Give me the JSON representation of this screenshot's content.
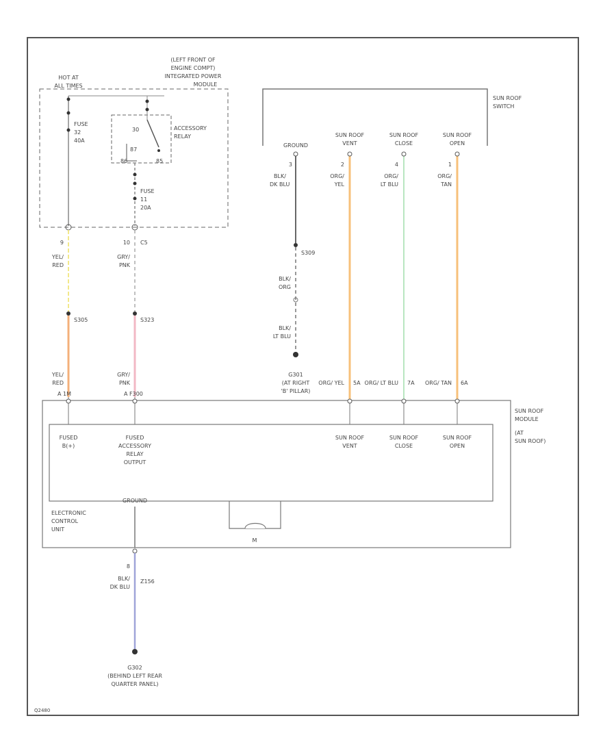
{
  "title_block": {
    "location": [
      "(LEFT FRONT OF",
      "ENGINE COMPT)",
      "INTEGRATED POWER",
      "MODULE"
    ],
    "hot_at": [
      "HOT AT",
      "ALL TIMES"
    ]
  },
  "fuses": {
    "fuse32": [
      "FUSE",
      "32",
      "40A"
    ],
    "fuse11": [
      "FUSE",
      "11",
      "20A"
    ]
  },
  "relay": {
    "label": [
      "ACCESSORY",
      "RELAY"
    ],
    "pins": {
      "p30": "30",
      "p87": "87",
      "p86": "86",
      "p85": "85"
    }
  },
  "left_wires": {
    "w1": {
      "pin": "9",
      "color": [
        "YEL/",
        "RED"
      ],
      "splice": "S305",
      "bottom": [
        "YEL/",
        "RED"
      ],
      "bottom_pin": "A  1M"
    },
    "w2": {
      "pin": "10",
      "conn": "C5",
      "color": [
        "GRY/",
        "PNK"
      ],
      "splice": "S323",
      "bottom": [
        "GRY/",
        "PNK"
      ],
      "bottom_pin": "A  F300"
    }
  },
  "switch": {
    "label": [
      "SUN ROOF",
      "SWITCH"
    ],
    "terminals": [
      {
        "name": "GROUND",
        "pin": "3",
        "color": [
          "BLK/",
          "DK BLU"
        ]
      },
      {
        "name": [
          "SUN ROOF",
          "VENT"
        ],
        "pin": "2",
        "color": [
          "ORG/",
          "YEL"
        ]
      },
      {
        "name": [
          "SUN ROOF",
          "CLOSE"
        ],
        "pin": "4",
        "color": [
          "ORG/",
          "LT BLU"
        ]
      },
      {
        "name": [
          "SUN ROOF",
          "OPEN"
        ],
        "pin": "1",
        "color": [
          "ORG/",
          "TAN"
        ]
      }
    ]
  },
  "ground_path": {
    "splice": "S309",
    "mid_color": [
      "BLK/",
      "ORG"
    ],
    "low_color": [
      "BLK/",
      "LT BLU"
    ],
    "ground": [
      "G301",
      "(AT RIGHT",
      "'B' PILLAR)"
    ]
  },
  "module_connectors": {
    "vent": {
      "color": "ORG/ YEL",
      "pin": "5A"
    },
    "close": {
      "color": "ORG/ LT BLU",
      "pin": "7A"
    },
    "open": {
      "color": "ORG/ TAN",
      "pin": "6A"
    }
  },
  "module": {
    "label": [
      "SUN ROOF",
      "MODULE",
      "(AT",
      "SUN ROOF)"
    ],
    "inputs": {
      "fused_batt": [
        "FUSED",
        "B(+)"
      ],
      "fused_acc": [
        "FUSED",
        "ACCESSORY",
        "RELAY",
        "OUTPUT"
      ],
      "vent": [
        "SUN ROOF",
        "VENT"
      ],
      "close": [
        "SUN ROOF",
        "CLOSE"
      ],
      "open": [
        "SUN ROOF",
        "OPEN"
      ]
    },
    "ground": "GROUND",
    "ecu": [
      "ELECTRONIC",
      "CONTROL",
      "UNIT"
    ],
    "motor": "M"
  },
  "bottom_ground": {
    "pin": "8",
    "color": [
      "BLK/",
      "DK BLU"
    ],
    "circuit": "Z156",
    "ground": [
      "G302",
      "(BEHIND LEFT REAR",
      "QUARTER PANEL)"
    ]
  },
  "footer_code": "Q2480"
}
